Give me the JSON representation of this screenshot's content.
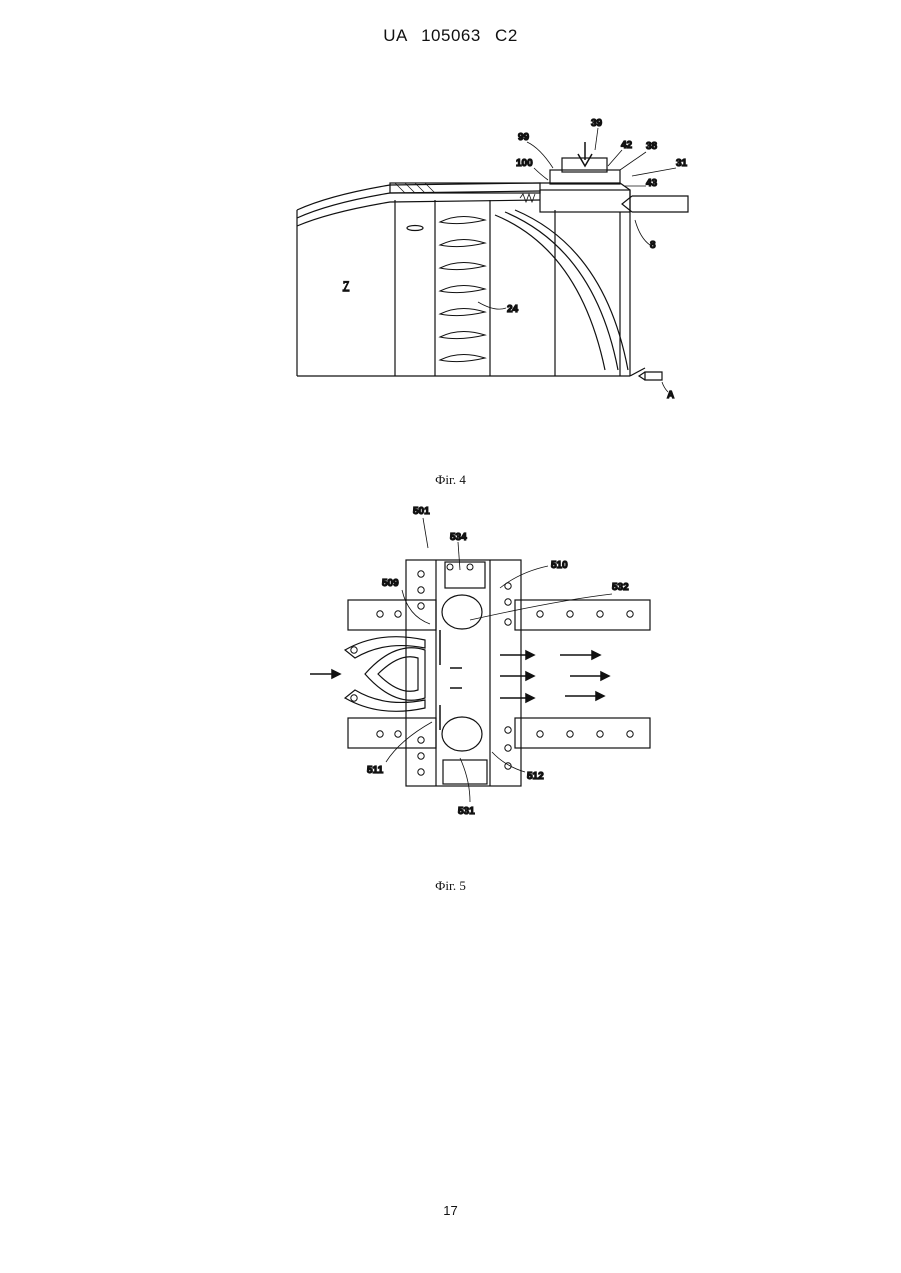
{
  "header": {
    "patent_id": "UA   105063   C2"
  },
  "figure4": {
    "caption": "Фіг. 4",
    "labels": {
      "l39": "39",
      "l99": "99",
      "l42": "42",
      "l38": "38",
      "l100": "100",
      "l31": "31",
      "l43": "43",
      "l8": "8",
      "l7": "7",
      "l24": "24",
      "lA": "A"
    }
  },
  "figure5": {
    "caption": "Фіг. 5",
    "labels": {
      "l501": "501",
      "l534": "534",
      "l510": "510",
      "l509": "509",
      "l532": "532",
      "l511": "511",
      "l512": "512",
      "l531": "531"
    }
  },
  "footer": {
    "page_number": "17"
  }
}
